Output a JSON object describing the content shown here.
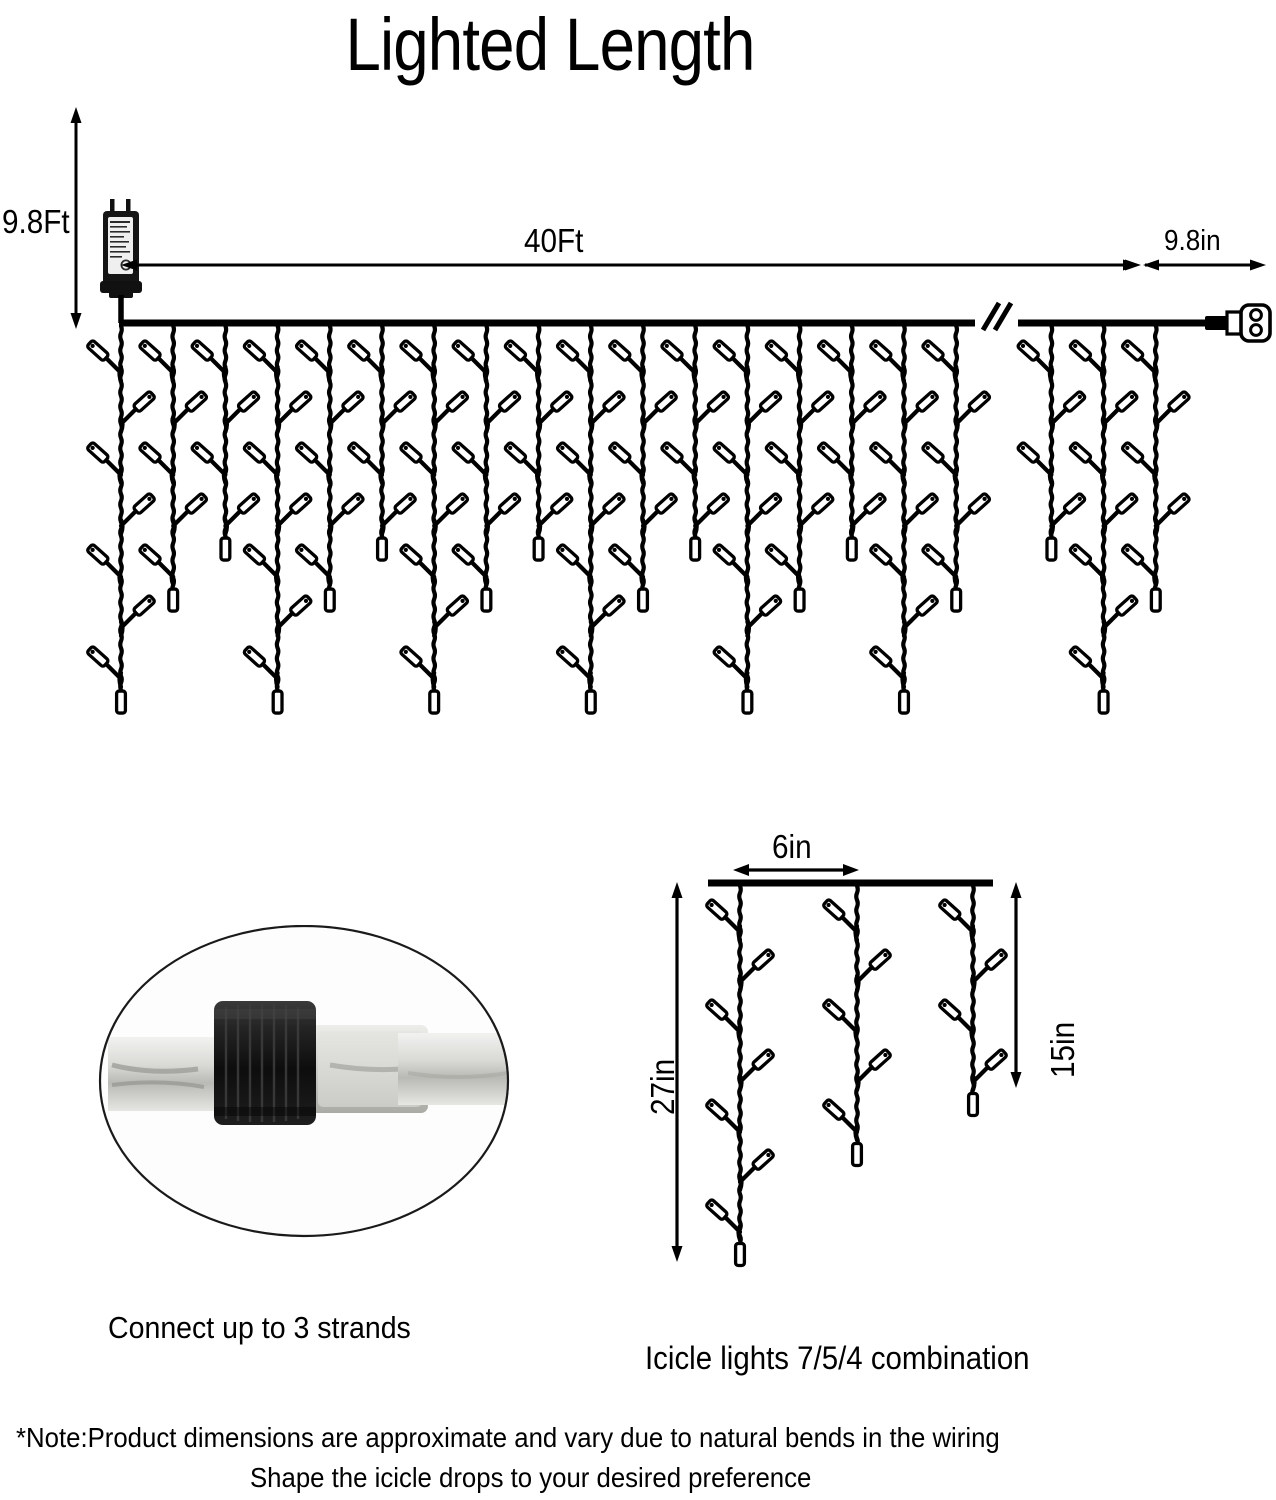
{
  "title": "Lighted Length",
  "dimensions": {
    "lead_drop": "9.8Ft",
    "main_span": "40Ft",
    "tail": "9.8in",
    "spacing": "6in",
    "long_drop": "27in",
    "short_drop": "15in"
  },
  "captions": {
    "connector": "Connect up to 3 strands",
    "icicle": "Icicle lights 7/5/4 combination"
  },
  "notes": {
    "line1": "*Note:Product dimensions are approximate and vary due to natural bends in the wiring",
    "line2": "Shape the icicle drops to your desired preference"
  },
  "colors": {
    "ink": "#000000",
    "background": "#ffffff",
    "connector_collar": "#1c1c1c",
    "cable_translucent": "#d8d8d6"
  },
  "icons": {
    "power_adapter": "power-adapter-icon",
    "break_symbol": "wire-break-icon",
    "female_socket": "female-socket-icon"
  },
  "diagram": {
    "type": "product-dimension-diagram",
    "main_strand_drops": 21,
    "detail_strand_bulbs": [
      7,
      5,
      4
    ],
    "drop_pattern": "7/5/4 repeating"
  }
}
